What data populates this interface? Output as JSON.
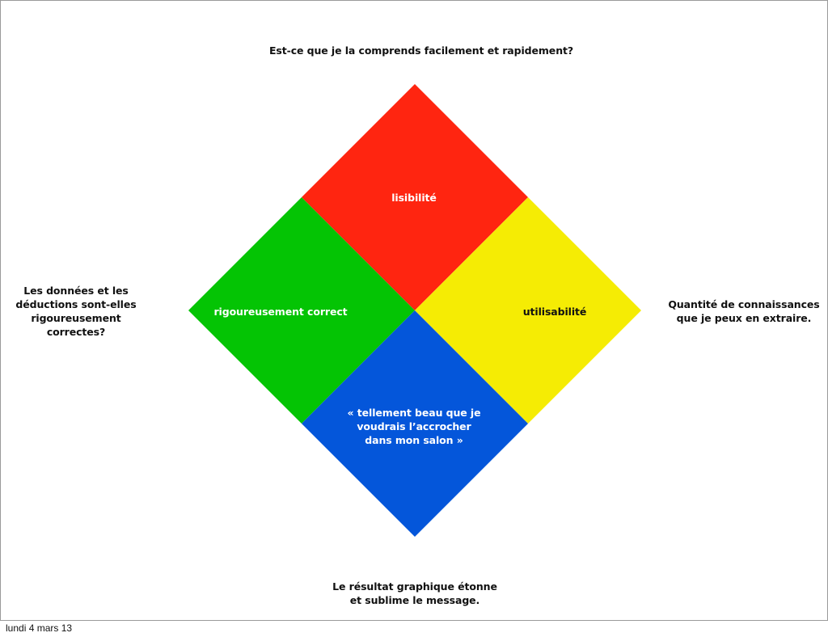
{
  "colors": {
    "top": "#ff2510",
    "left": "#04c404",
    "right": "#f5ec04",
    "bottom": "#0456da"
  },
  "quadrants": {
    "top": "lisibilité",
    "left": "rigoureusement correct",
    "right": "utilisabilité",
    "bottom": "« tellement beau que je\nvoudrais l’accrocher\ndans mon salon »"
  },
  "questions": {
    "top": "Est-ce que je la comprends facilement et rapidement?",
    "left": "Les données et les\ndéductions sont-elles\nrigoureusement correctes?",
    "right": "Quantité de connaissances\nque je peux en extraire.",
    "bottom": "Le résultat graphique étonne\net sublime le message."
  },
  "footer": "lundi 4 mars 13"
}
